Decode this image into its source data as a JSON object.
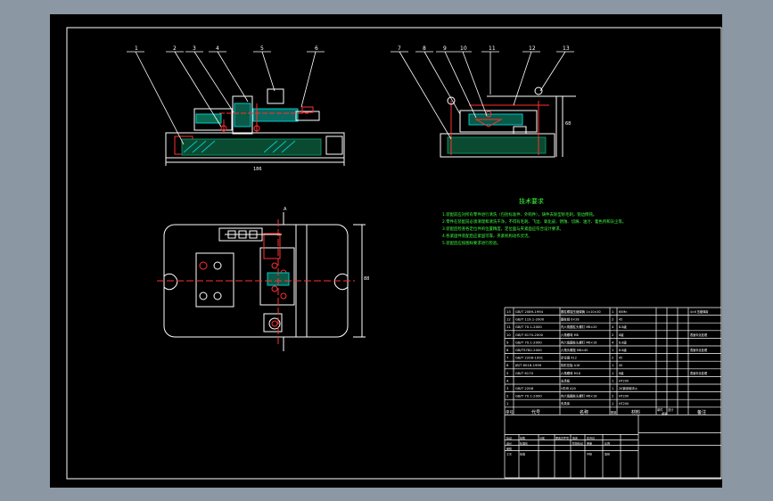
{
  "drawing": {
    "balloons": [
      "1",
      "2",
      "3",
      "4",
      "5",
      "6",
      "7",
      "8",
      "9",
      "10",
      "11",
      "12",
      "13"
    ],
    "dim_base_length": "186",
    "dim_height": "68",
    "dim_width": "88",
    "section_mark": "A"
  },
  "tech_requirements": {
    "title": "技术要求",
    "lines": [
      "1.装配前应对所有零件进行清洗（包括标准件、外购件），铸件去除型砂毛刺，锐边倒钝。",
      "2.零件在装配前必须清理和清洗干净，不得有毛刺、飞边、氧化皮、锈蚀、切屑、油污、着色剂和灰尘等。",
      "3.装配后检查各定位件的位置精度，定位面与夹紧面应符合设计要求。",
      "4.各紧固件装配后应紧固可靠，夹紧机构动作灵活。",
      "5.装配后应按图样要求进行检验。"
    ]
  },
  "bom": {
    "rows": [
      {
        "no": "13",
        "code": "GB/T 2089-1994",
        "name": "圆柱螺旋压缩弹簧 1×10×30",
        "qty": "1",
        "material": "65Mn",
        "note": "4×6 压缩弹簧"
      },
      {
        "no": "12",
        "code": "GB/T 119.1-2000",
        "name": "圆柱销 6×28",
        "qty": "2",
        "material": "45",
        "note": ""
      },
      {
        "no": "11",
        "code": "GB/T 70.1-2000",
        "name": "内六角圆柱头螺钉 M8×20",
        "qty": "4",
        "material": "8.8级",
        "note": ""
      },
      {
        "no": "10",
        "code": "GB/T 6170-2000",
        "name": "六角螺母 M8",
        "qty": "2",
        "material": "8级",
        "note": "表面氧化处理"
      },
      {
        "no": "9",
        "code": "GB/T 70.1-2000",
        "name": "内六角圆柱头螺钉 M6×16",
        "qty": "4",
        "material": "8.8级",
        "note": ""
      },
      {
        "no": "8",
        "code": "GB/T5782-2000",
        "name": "六角头螺栓 M8×45",
        "qty": "1",
        "material": "8.8级",
        "note": "表面氧化处理"
      },
      {
        "no": "7",
        "code": "GB/T 2208-1991",
        "name": "定位键 A12",
        "qty": "2",
        "material": "45",
        "note": ""
      },
      {
        "no": "6",
        "code": "JB/T 8018-1999",
        "name": "钩形压板 A16",
        "qty": "1",
        "material": "45",
        "note": ""
      },
      {
        "no": "5",
        "code": "GB/T 6170",
        "name": "六角螺母 M16",
        "qty": "1",
        "material": "8级",
        "note": "表面氧化处理"
      },
      {
        "no": "4",
        "code": "",
        "name": "支承板",
        "qty": "1",
        "material": "HT200",
        "note": ""
      },
      {
        "no": "3",
        "code": "GB/T 2208",
        "name": "V形块 A20",
        "qty": "1",
        "material": "20钢渗碳淬火",
        "note": ""
      },
      {
        "no": "2",
        "code": "GB/T 70.1-2000",
        "name": "内六角圆柱头螺钉 M6×16",
        "qty": "2",
        "material": "HT200",
        "note": ""
      },
      {
        "no": "1",
        "code": "",
        "name": "夹具体",
        "qty": "1",
        "material": "HT200",
        "note": ""
      }
    ],
    "header": {
      "no": "序号",
      "code": "代号",
      "name": "名称",
      "qty": "数量",
      "material": "材料",
      "weight_single": "单件",
      "weight_total": "总计",
      "weight": "重量",
      "note": "备注"
    }
  },
  "title_block": {
    "labels": [
      "标记",
      "处数",
      "分区",
      "更改文件号",
      "签名",
      "年月日",
      "设计",
      "标准化",
      "阶段标记",
      "重量",
      "比例",
      "审核",
      "工艺",
      "批准",
      "共张",
      "第张"
    ]
  },
  "colors": {
    "background": "#000000",
    "outer": "#8c97a4",
    "line": "#ffffff",
    "accent_red": "#ff2020",
    "accent_cyan": "#00d8d8",
    "tech_text": "#40ff40",
    "hatch": "#00c8c8"
  }
}
